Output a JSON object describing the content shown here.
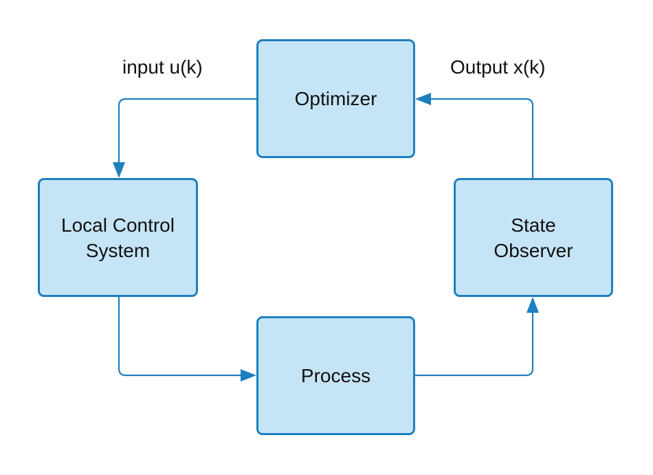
{
  "nodes": {
    "optimizer": {
      "lines": [
        "Optimizer"
      ]
    },
    "local_control_system": {
      "lines": [
        "Local Control",
        "System"
      ]
    },
    "state_observer": {
      "lines": [
        "State",
        "Observer"
      ]
    },
    "process": {
      "lines": [
        "Process"
      ]
    }
  },
  "edge_labels": {
    "input": "input u(k)",
    "output": "Output x(k)"
  },
  "colors": {
    "node_fill": "#c5e4f6",
    "node_border": "#1d7fbf",
    "edge": "#1d7fbf",
    "text": "#111111"
  }
}
